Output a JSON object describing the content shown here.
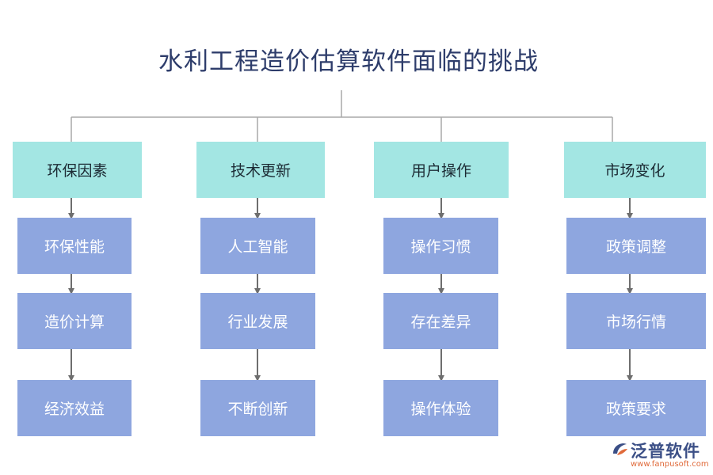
{
  "title": "水利工程造价估算软件面临的挑战",
  "columns": [
    {
      "heading": "环保因素",
      "items": [
        "环保性能",
        "造价计算",
        "经济效益"
      ]
    },
    {
      "heading": "技术更新",
      "items": [
        "人工智能",
        "行业发展",
        "不断创新"
      ]
    },
    {
      "heading": "用户操作",
      "items": [
        "操作习惯",
        "存在差异",
        "操作体验"
      ]
    },
    {
      "heading": "市场变化",
      "items": [
        "政策调整",
        "市场行情",
        "政策要求"
      ]
    }
  ],
  "watermark": {
    "brand": "泛普软件",
    "url": "www.fanpusoft.com"
  },
  "colors": {
    "heading_fill": "#a3e6e3",
    "item_fill": "#8ea6df",
    "connector": "#a0a0a0",
    "arrow": "#6e6e6e"
  }
}
